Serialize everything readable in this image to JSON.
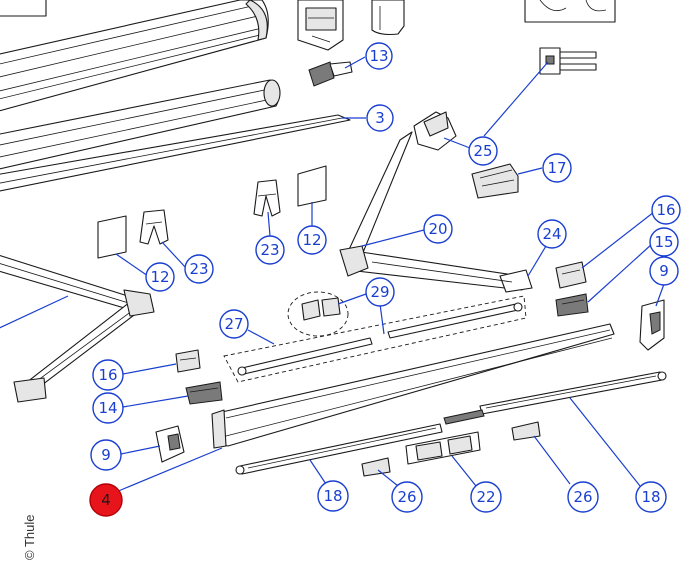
{
  "diagram": {
    "copyright": "© Thule",
    "highlight_color": "#e8141c",
    "callout_color": "#1a3fd0",
    "callouts": [
      {
        "label": "13"
      },
      {
        "label": "3"
      },
      {
        "label": "25"
      },
      {
        "label": "17"
      },
      {
        "label": "20"
      },
      {
        "label": "24"
      },
      {
        "label": "16"
      },
      {
        "label": "15"
      },
      {
        "label": "9"
      },
      {
        "label": "12"
      },
      {
        "label": "23"
      },
      {
        "label": "23"
      },
      {
        "label": "12"
      },
      {
        "label": "29"
      },
      {
        "label": "27"
      },
      {
        "label": "16"
      },
      {
        "label": "14"
      },
      {
        "label": "9"
      },
      {
        "label": "4",
        "highlighted": true
      },
      {
        "label": "18"
      },
      {
        "label": "26"
      },
      {
        "label": "22"
      },
      {
        "label": "26"
      },
      {
        "label": "18"
      }
    ]
  }
}
